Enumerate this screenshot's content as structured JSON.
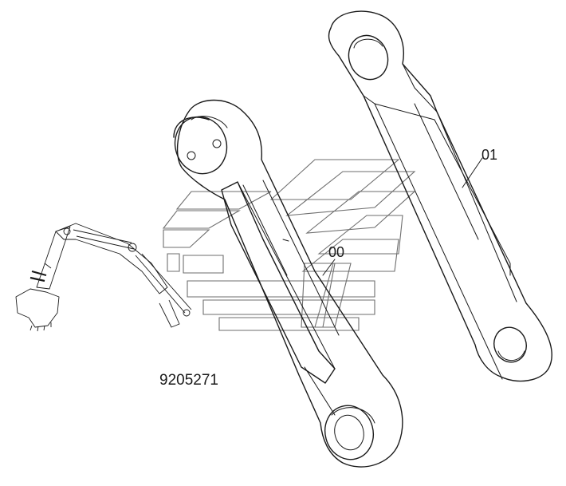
{
  "diagram": {
    "part_number": "9205271",
    "callouts": [
      {
        "id": "link-01",
        "label": "01"
      },
      {
        "id": "link-00",
        "label": "00"
      }
    ]
  }
}
